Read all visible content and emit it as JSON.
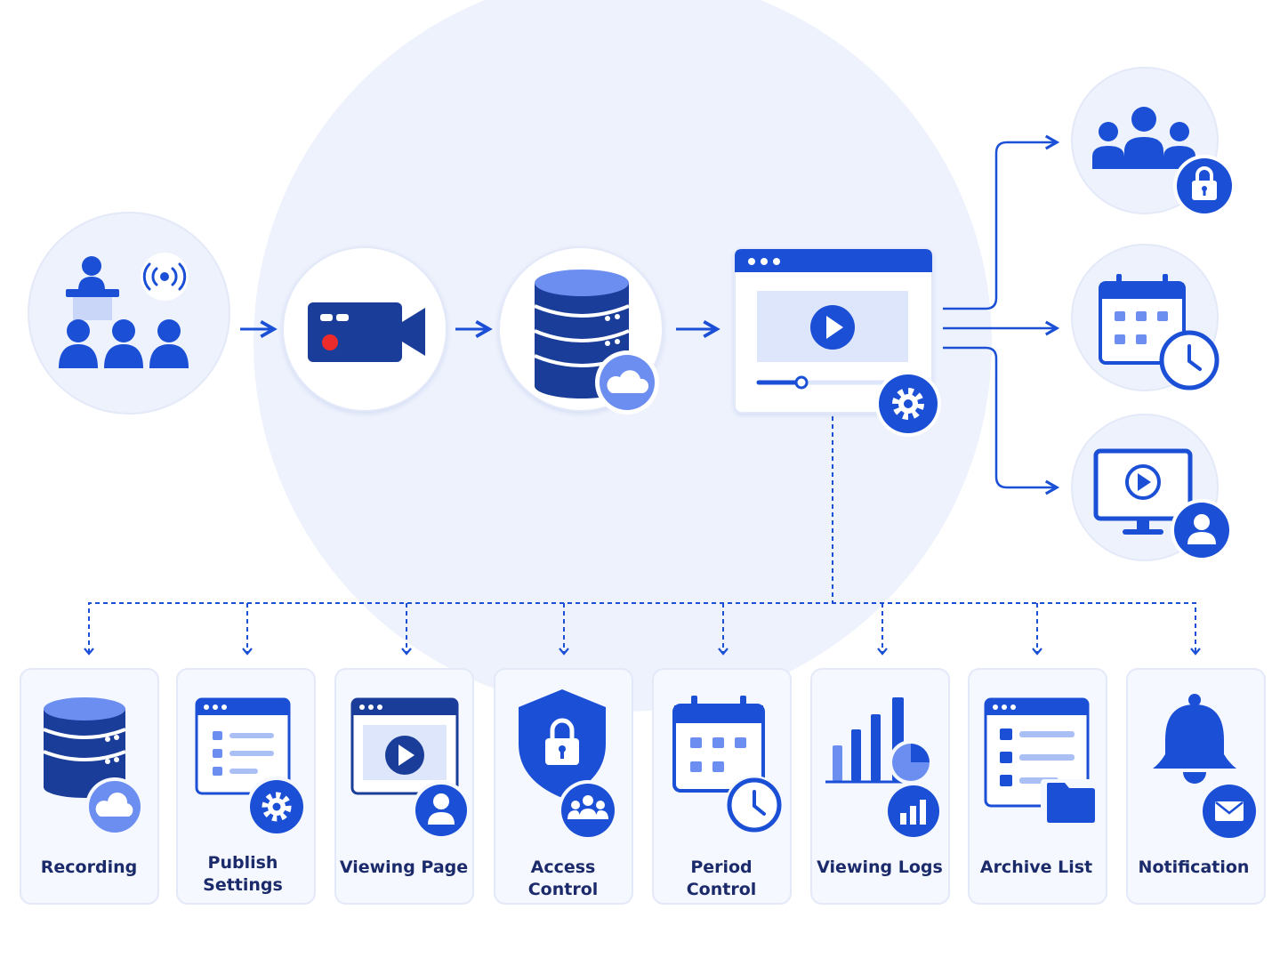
{
  "colors": {
    "primary": "#1a4fd6",
    "navy": "#1b3d9a",
    "light": "#6b8ef0",
    "pale": "#dde6fb",
    "bg_circle": "#eef2fc",
    "card_bg": "#f5f8fe",
    "text": "#1b2a6b",
    "record_dot": "#ee2b2b"
  },
  "pipeline": [
    {
      "name": "live-event",
      "icon": "presenter-audience-icon"
    },
    {
      "name": "camera",
      "icon": "video-camera-icon"
    },
    {
      "name": "storage",
      "icon": "database-cloud-icon"
    },
    {
      "name": "video-player",
      "icon": "video-player-settings-icon"
    }
  ],
  "outputs": [
    {
      "name": "group-access",
      "icon": "group-lock-icon"
    },
    {
      "name": "schedule",
      "icon": "calendar-clock-icon"
    },
    {
      "name": "viewer",
      "icon": "monitor-user-icon"
    }
  ],
  "features": [
    {
      "label_lines": [
        "Recording"
      ],
      "icon": "database-cloud-icon"
    },
    {
      "label_lines": [
        "Publish",
        "Settings"
      ],
      "icon": "window-list-gear-icon"
    },
    {
      "label_lines": [
        "Viewing Page"
      ],
      "icon": "window-play-user-icon"
    },
    {
      "label_lines": [
        "Access Control"
      ],
      "icon": "shield-lock-group-icon"
    },
    {
      "label_lines": [
        "Period Control"
      ],
      "icon": "calendar-clock-icon"
    },
    {
      "label_lines": [
        "Viewing Logs"
      ],
      "icon": "bar-chart-icon"
    },
    {
      "label_lines": [
        "Archive List"
      ],
      "icon": "window-list-folder-icon"
    },
    {
      "label_lines": [
        "Notification"
      ],
      "icon": "bell-mail-icon"
    }
  ]
}
